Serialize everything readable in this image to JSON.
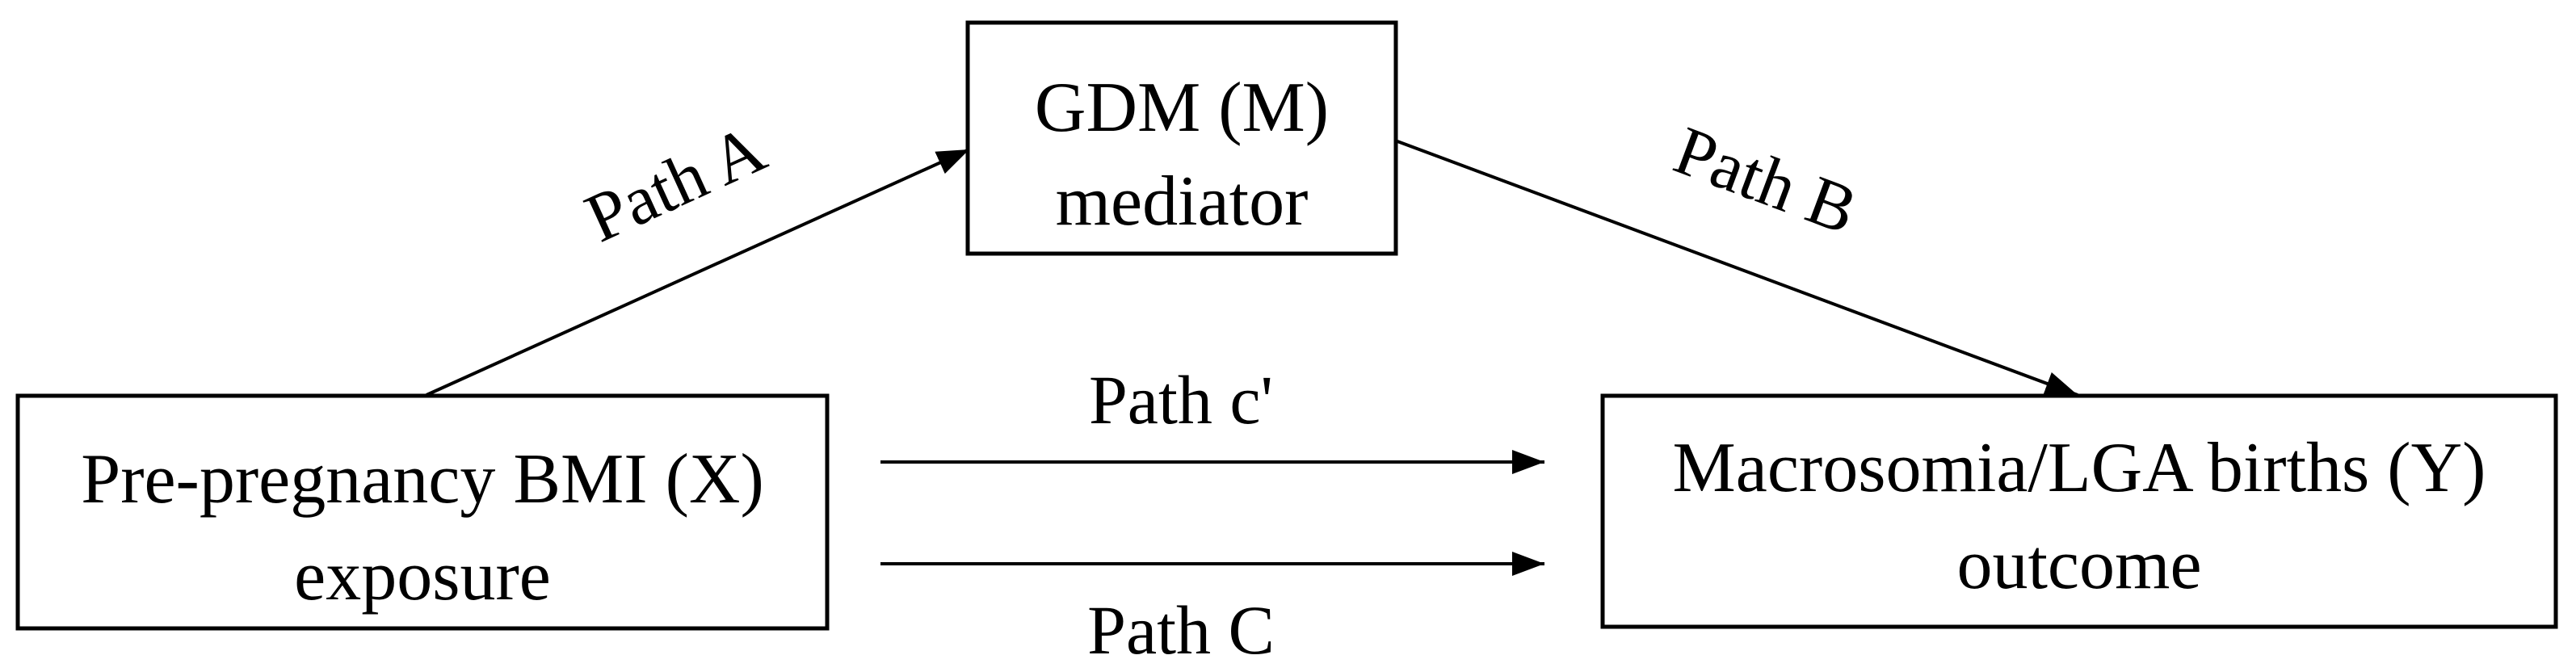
{
  "nodes": {
    "mediator": {
      "line1": "GDM (M)",
      "line2": "mediator"
    },
    "exposure": {
      "line1": "Pre-pregnancy BMI (X)",
      "line2": "exposure"
    },
    "outcome": {
      "line1": "Macrosomia/LGA births (Y)",
      "line2": "outcome"
    }
  },
  "paths": {
    "a": "Path A",
    "b": "Path B",
    "c_prime": "Path c'",
    "c": "Path C"
  },
  "colors": {
    "stroke": "#000000",
    "background": "#ffffff"
  }
}
